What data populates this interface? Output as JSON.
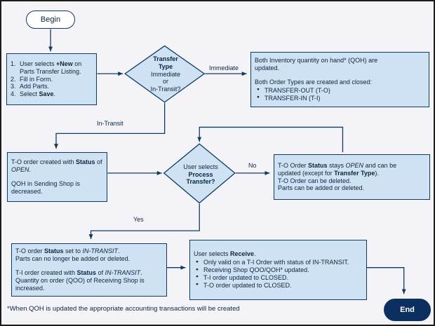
{
  "theme": {
    "page_bg": "#f4f4f8",
    "page_border": "#1c1c1c",
    "node_fill": "#cfe2f3",
    "node_border": "#0e3a60",
    "edge": "#0e3a60",
    "text": "#0a2540",
    "begin_fill": "#ffffff",
    "end_fill": "#0b2f5e",
    "end_text": "#ffffff"
  },
  "terminators": {
    "begin": "Begin",
    "end": "End"
  },
  "edge_labels": {
    "immediate": "Immediate",
    "in_transit": "In-Transit",
    "no": "No",
    "yes": "Yes"
  },
  "nodes": {
    "start_steps": {
      "items": [
        {
          "n": "1.",
          "segs": [
            {
              "t": "User selects "
            },
            {
              "t": "+New",
              "b": true
            },
            {
              "t": " on Parts Transfer Listing."
            }
          ]
        },
        {
          "n": "2.",
          "segs": [
            {
              "t": "Fill in Form."
            }
          ]
        },
        {
          "n": "3.",
          "segs": [
            {
              "t": "Add Parts."
            }
          ]
        },
        {
          "n": "4.",
          "segs": [
            {
              "t": "Select "
            },
            {
              "t": "Save",
              "b": true
            },
            {
              "t": "."
            }
          ]
        }
      ]
    },
    "transfer_type_decision": {
      "lines": [
        [
          {
            "t": "Transfer",
            "b": true
          }
        ],
        [
          {
            "t": "Type",
            "b": true
          }
        ],
        [
          {
            "t": "Immediate"
          }
        ],
        [
          {
            "t": "or"
          }
        ],
        [
          {
            "t": "In-Transit?"
          }
        ]
      ]
    },
    "immediate_result": {
      "para1": [
        {
          "t": "Both Inventory quantity on hand* (QOH) are updated."
        }
      ],
      "para2": [
        {
          "t": "Both Order Types are created and closed:"
        }
      ],
      "bullets": [
        [
          {
            "t": "TRANSFER-OUT (T-O)"
          }
        ],
        [
          {
            "t": "TRANSFER-IN (T-I)"
          }
        ]
      ]
    },
    "to_open": {
      "para1": [
        {
          "t": "T-O order created with "
        },
        {
          "t": "Status",
          "b": true
        },
        {
          "t": " of "
        },
        {
          "t": "OPEN",
          "i": true
        },
        {
          "t": "."
        }
      ],
      "para2": [
        {
          "t": "QOH in Sending Shop is decreased."
        }
      ]
    },
    "process_transfer_decision": {
      "lines": [
        [
          {
            "t": "User selects"
          }
        ],
        [
          {
            "t": "Process",
            "b": true
          }
        ],
        [
          {
            "t": "Transfer?",
            "b": true
          }
        ]
      ]
    },
    "no_result": {
      "lines": [
        [
          {
            "t": "T-O Order "
          },
          {
            "t": "Status",
            "b": true
          },
          {
            "t": " stays "
          },
          {
            "t": "OPEN",
            "i": true
          },
          {
            "t": " and can be updated (except for "
          },
          {
            "t": "Transfer Type",
            "b": true
          },
          {
            "t": ")."
          }
        ],
        [
          {
            "t": "T-O Order can be deleted."
          }
        ],
        [
          {
            "t": "Parts can be added or deleted."
          }
        ]
      ]
    },
    "yes_result": {
      "lines1": [
        [
          {
            "t": "T-O order "
          },
          {
            "t": "Status",
            "b": true
          },
          {
            "t": " set to "
          },
          {
            "t": "IN-TRANSIT",
            "i": true
          },
          {
            "t": "."
          }
        ],
        [
          {
            "t": "Parts can no longer be added or deleted."
          }
        ]
      ],
      "lines2": [
        [
          {
            "t": "T-I order created with "
          },
          {
            "t": "Status",
            "b": true
          },
          {
            "t": " of "
          },
          {
            "t": "IN-TRANSIT",
            "i": true
          },
          {
            "t": "."
          }
        ],
        [
          {
            "t": "Quantity on order (QOO) of Receiving Shop is increased."
          }
        ]
      ]
    },
    "receive": {
      "title": [
        {
          "t": "User selects "
        },
        {
          "t": "Receive",
          "b": true
        },
        {
          "t": "."
        }
      ],
      "bullets": [
        [
          {
            "t": "Only valid on a T-I Order with status of IN-TRANSIT."
          }
        ],
        [
          {
            "t": "Receiving Shop QOO/QOH* updated."
          }
        ],
        [
          {
            "t": "T-I order updated to CLOSED."
          }
        ],
        [
          {
            "t": "T-O order updated to CLOSED."
          }
        ]
      ]
    }
  },
  "footnote": "*When QOH is updated the appropriate accounting transactions will be created"
}
